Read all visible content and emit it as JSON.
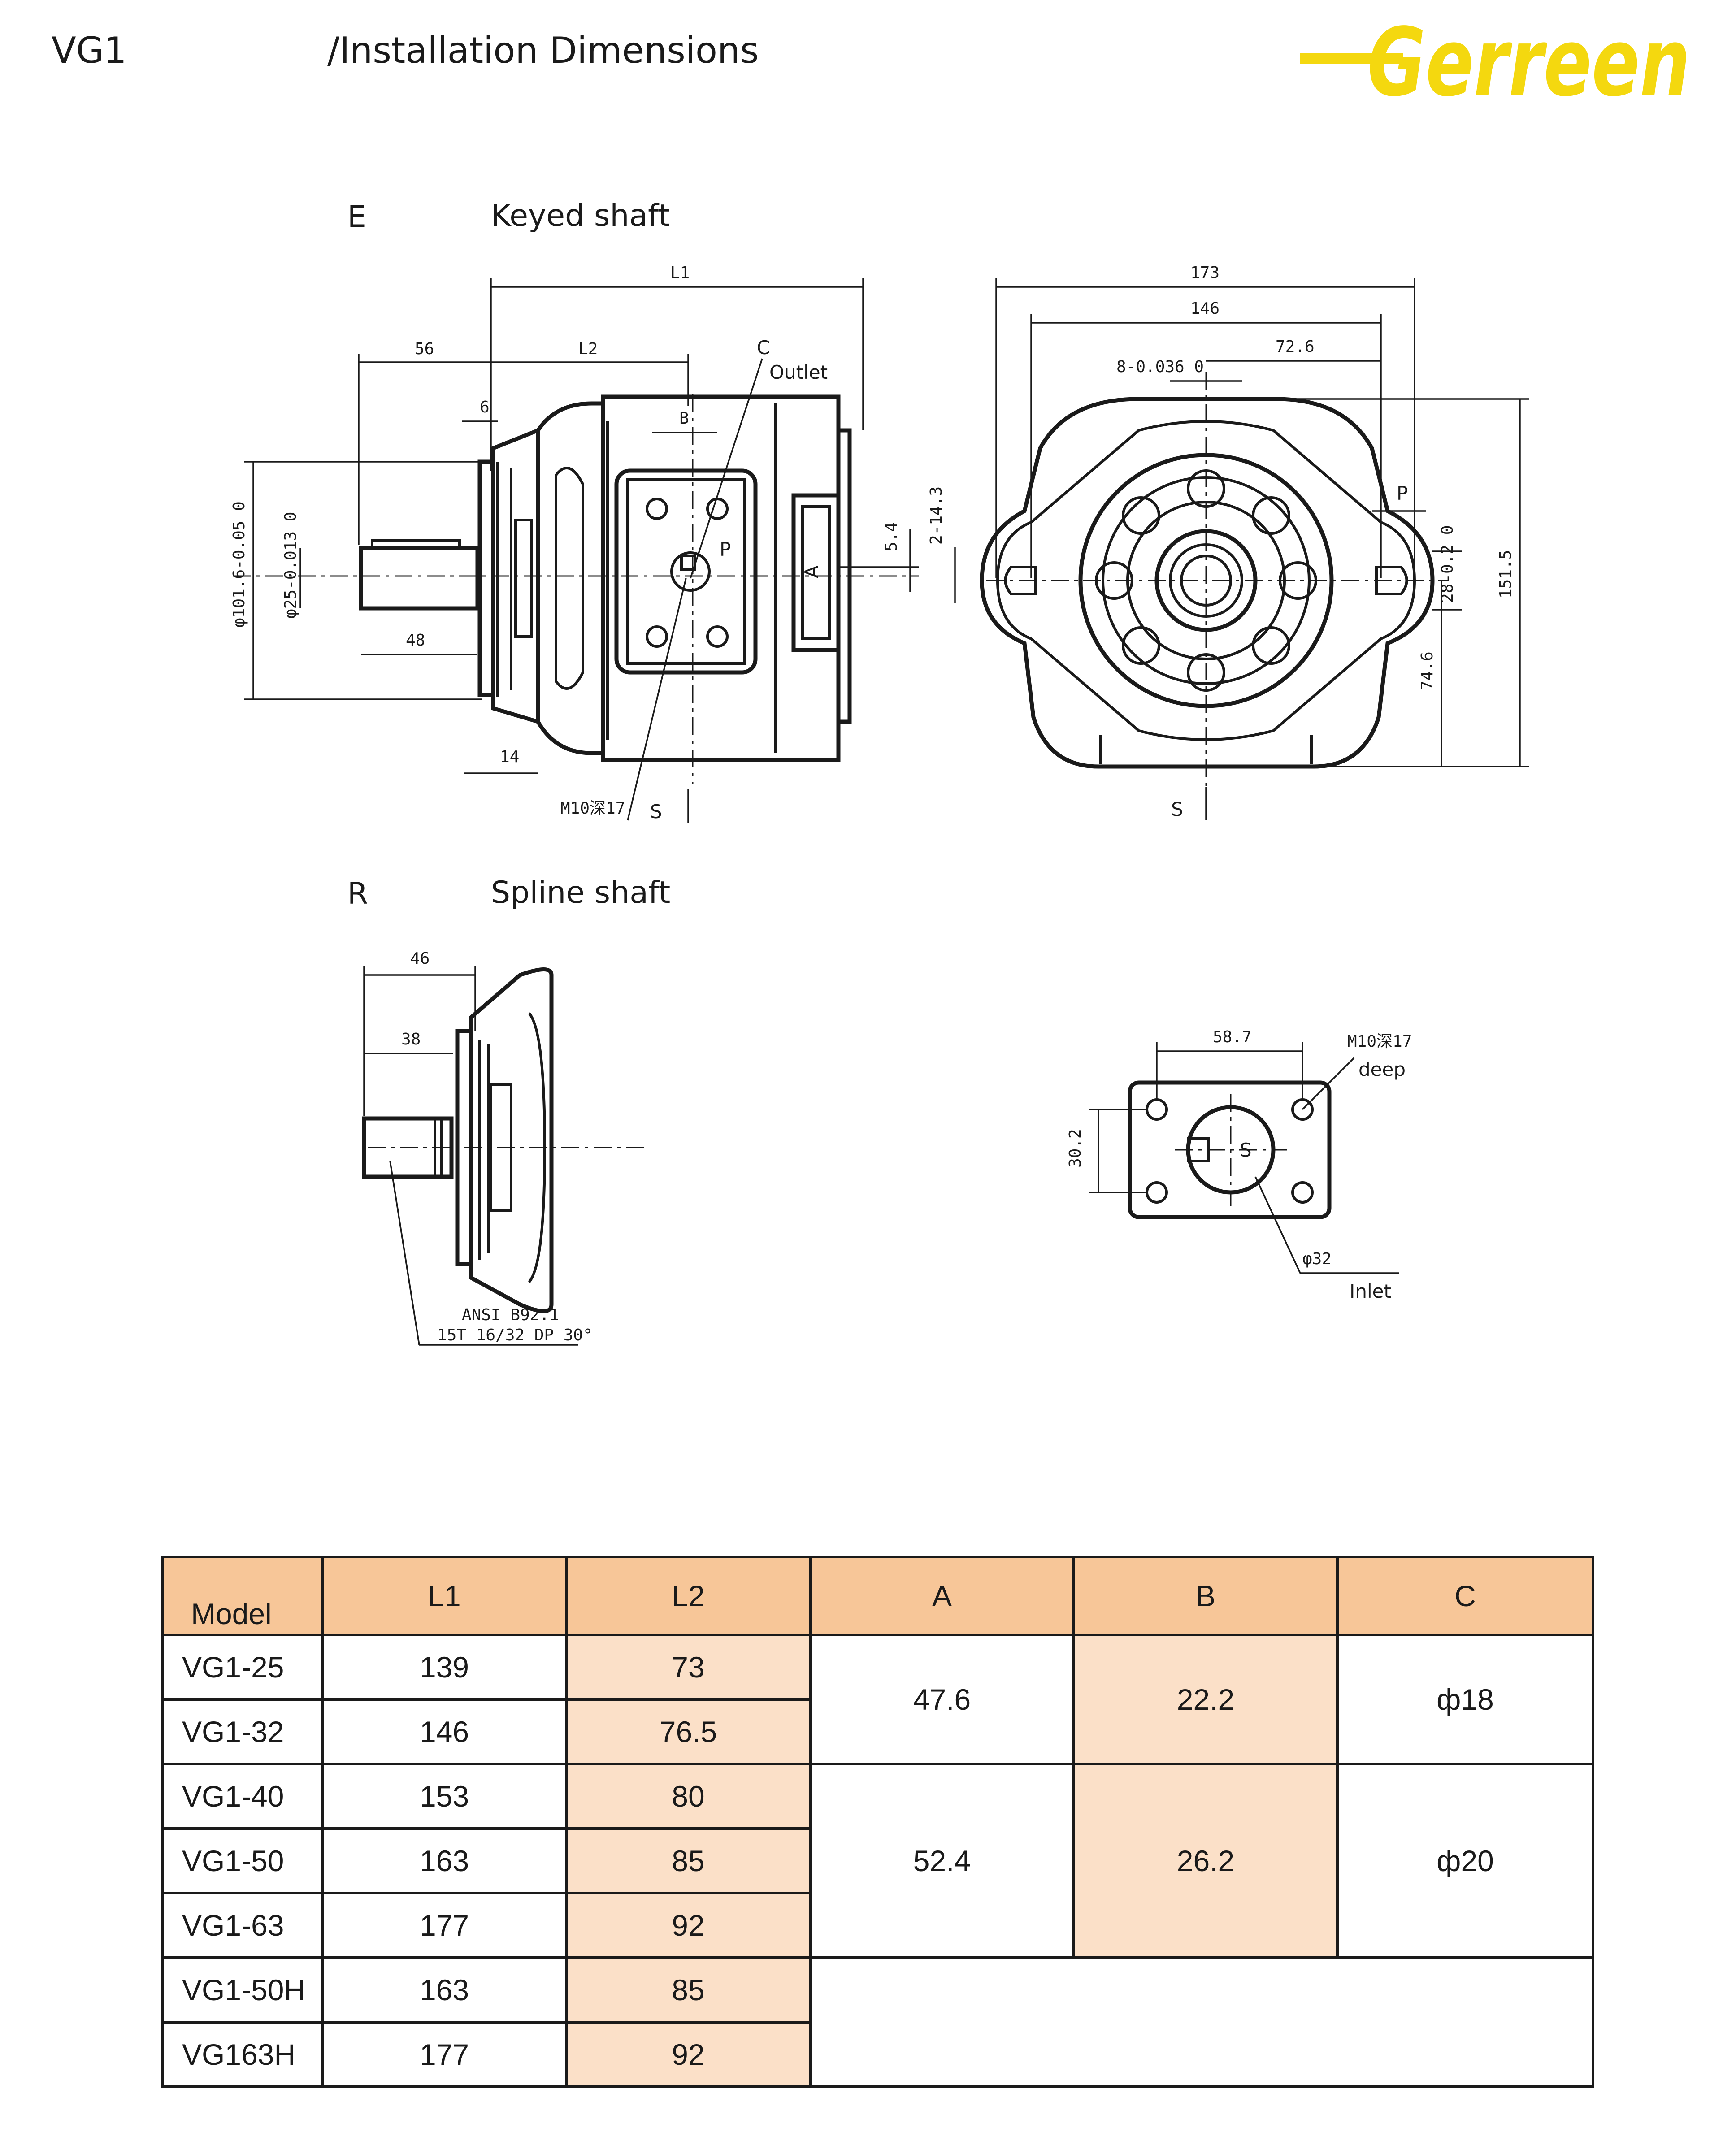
{
  "header": {
    "model": "VG1",
    "title": "/Installation Dimensions",
    "logo_text": "Gerreen",
    "brand_color": "#f4d80f"
  },
  "sections": {
    "keyed": {
      "letter": "E",
      "title": "Keyed shaft"
    },
    "spline": {
      "letter": "R",
      "title": "Spline shaft"
    }
  },
  "drawing_labels": {
    "keyed_side": {
      "l1": "L1",
      "l2": "L2",
      "d56": "56",
      "d6": "6",
      "d48": "48",
      "d14": "14",
      "b": "B",
      "c": "C",
      "outlet": "Outlet",
      "p": "P",
      "a": "A",
      "d5_4": "5.4",
      "d2_14_3": "2-14.3",
      "dia101": "φ101.6-0.05 0",
      "dia25": "φ25-0.013 0",
      "m10": "M10深17",
      "s": "S"
    },
    "keyed_front": {
      "d173": "173",
      "d146": "146",
      "d72_6": "72.6",
      "d8": "8-0.036 0",
      "p": "P",
      "d28": "28-0.2 0",
      "d151_5": "151.5",
      "d74_6": "74.6",
      "s": "S"
    },
    "spline_side": {
      "d46": "46",
      "d38": "38",
      "spec1": "ANSI B92.1",
      "spec2": "15T 16/32 DP 30°"
    },
    "inlet": {
      "d58_7": "58.7",
      "m10": "M10深17",
      "deep": "deep",
      "d30_2": "30.2",
      "s": "S",
      "dia32": "φ32",
      "inlet": "Inlet"
    }
  },
  "table": {
    "headers": [
      "Model",
      "L1",
      "L2",
      "A",
      "B",
      "C"
    ],
    "rows": [
      {
        "model": "VG1-25",
        "l1": "139",
        "l2": "73"
      },
      {
        "model": "VG1-32",
        "l1": "146",
        "l2": "76.5"
      },
      {
        "model": "VG1-40",
        "l1": "153",
        "l2": "80"
      },
      {
        "model": "VG1-50",
        "l1": "163",
        "l2": "85"
      },
      {
        "model": "VG1-63",
        "l1": "177",
        "l2": "92"
      },
      {
        "model": "VG1-50H",
        "l1": "163",
        "l2": "85"
      },
      {
        "model": "VG163H",
        "l1": "177",
        "l2": "92"
      }
    ],
    "groups": [
      {
        "a": "47.6",
        "b": "22.2",
        "c": "ф18"
      },
      {
        "a": "52.4",
        "b": "26.2",
        "c": "ф20"
      }
    ]
  }
}
